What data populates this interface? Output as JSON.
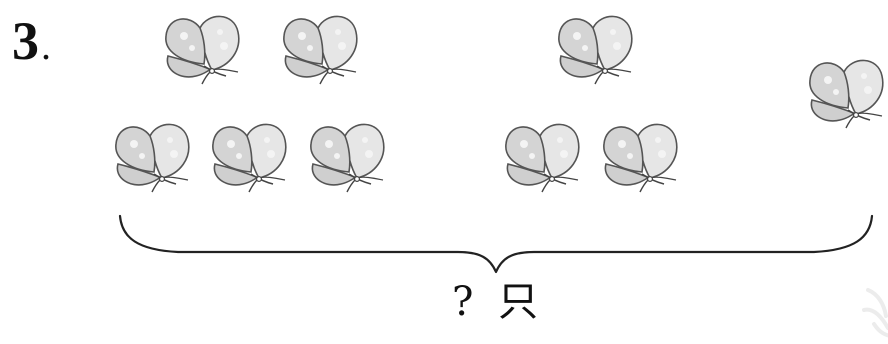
{
  "problem": {
    "number": "3",
    "punct": "."
  },
  "groups": [
    {
      "id": "left",
      "butterfly_count": 5
    },
    {
      "id": "middle",
      "butterfly_count": 3
    },
    {
      "id": "right",
      "butterfly_count": 1
    }
  ],
  "butterfly_icon": "butterfly-icon",
  "brace_icon": "curly-brace-icon",
  "answer": {
    "question_mark": "?",
    "unit": "只"
  },
  "colors": {
    "ink": "#111111",
    "butterfly_fill": "#d9d9d9",
    "butterfly_stroke": "#555555"
  }
}
